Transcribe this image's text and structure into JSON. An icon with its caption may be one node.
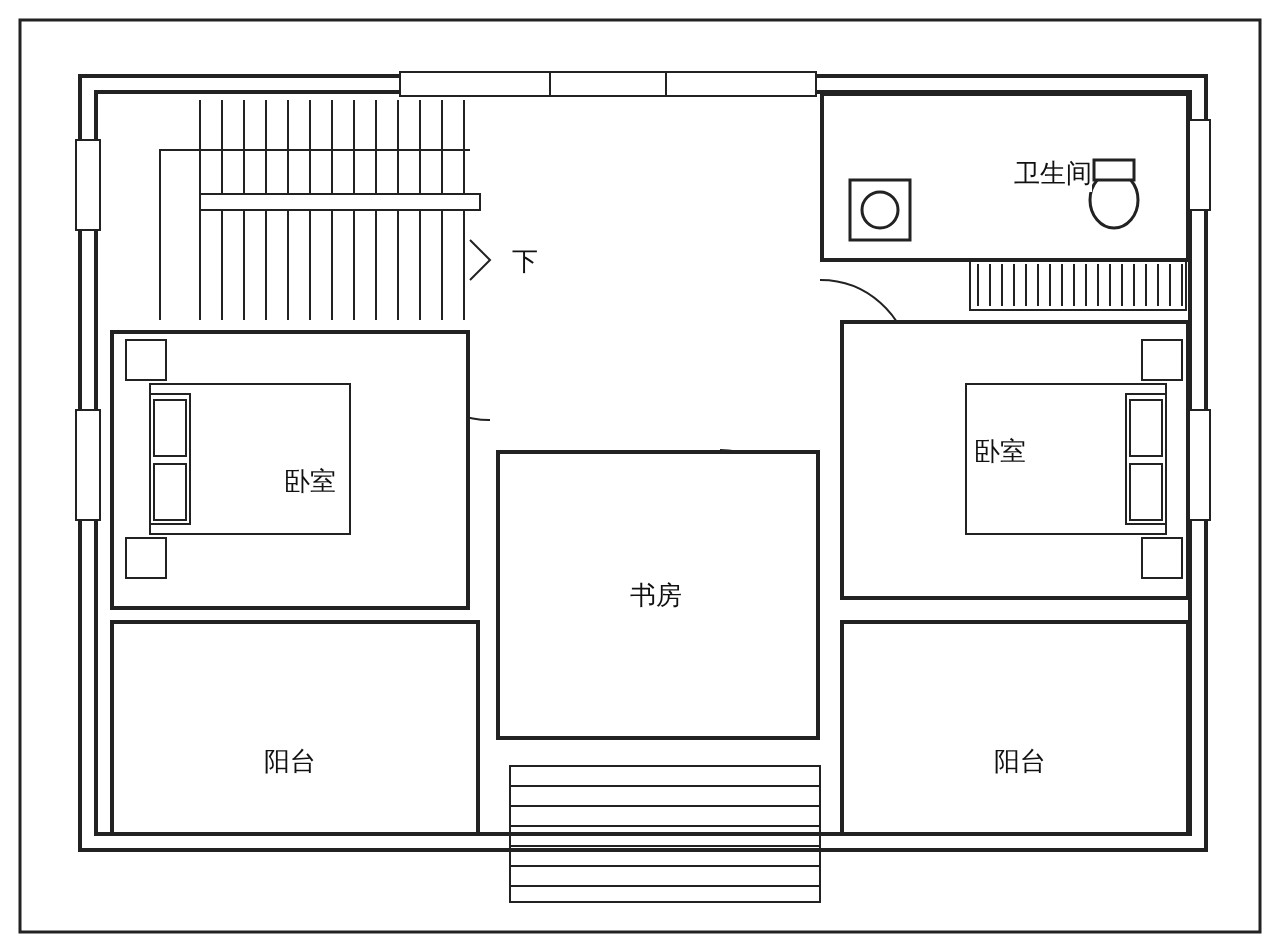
{
  "diagram": {
    "nodes": [
      {
        "text": [
          "卫生间"
        ]
      },
      {
        "text": [
          "卧室"
        ]
      },
      {
        "text": [
          "卧室"
        ]
      },
      {
        "text": [
          "书房"
        ]
      },
      {
        "text": [
          "阳台"
        ]
      },
      {
        "text": [
          "阳台"
        ]
      }
    ],
    "labels": [
      "下"
    ]
  }
}
